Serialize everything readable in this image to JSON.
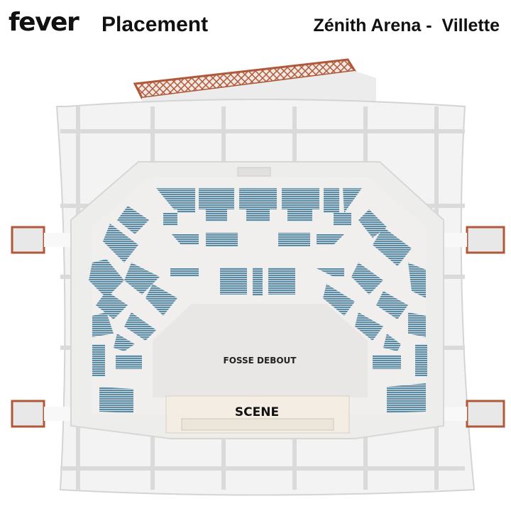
{
  "header": {
    "logo": "fever",
    "title": "Placement",
    "venue": "Zénith Arena -  Villette"
  },
  "map": {
    "floor_label": "FOSSE DEBOUT",
    "stage_label": "SCENE",
    "colors": {
      "seats": "#5b8aa3",
      "floor": "#eceae8",
      "tent": "#f4f4f4",
      "truss": "#b0583a",
      "stage": "#f3ede3"
    }
  }
}
